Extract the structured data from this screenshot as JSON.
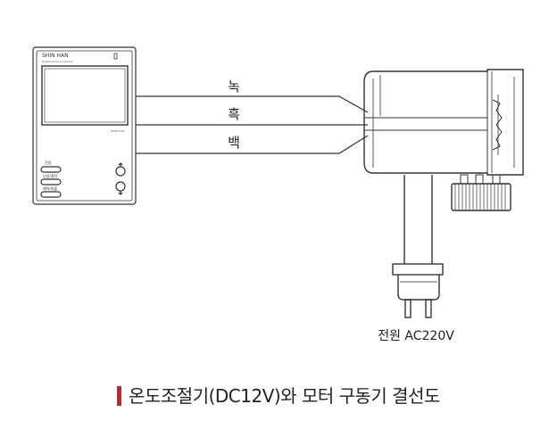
{
  "controller": {
    "brand": "SHIN HAN",
    "subtitle": "Digital Room Controller",
    "model": "HDSH-100",
    "buttons": [
      "전원",
      "난방/결작",
      "예약/외출"
    ]
  },
  "wires": [
    "녹",
    "흑",
    "백"
  ],
  "power_label": "전원 AC220V",
  "caption": "온도조절기(DC12V)와 모터 구동기 결선도",
  "colors": {
    "accent": "#c8232b",
    "line": "#333333"
  }
}
